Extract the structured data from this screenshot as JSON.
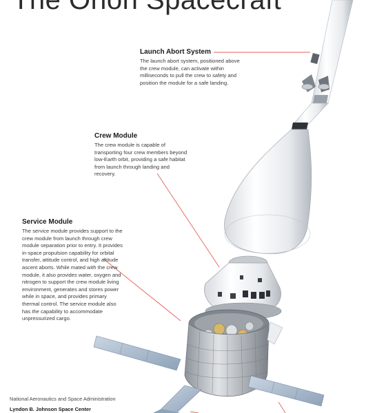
{
  "title": "The Orion Spacecraft",
  "callouts": {
    "las": {
      "heading": "Launch Abort System",
      "body": "The launch abort system, positioned above the crew module, can activate within milliseconds to pull the crew to safety and position the module for a safe landing."
    },
    "crew": {
      "heading": "Crew Module",
      "body": "The crew module is capable of transporting four crew members beyond low-Earth orbit, providing a safe habitat from launch through landing and recovery."
    },
    "service": {
      "heading": "Service Module",
      "body": "The service module provides support to the crew module from launch through crew module separation prior to entry. It provides in-space propulsion capability for orbital transfer, attitude control, and high altitude ascent aborts. While mated with the crew module, it also provides water, oxygen and nitrogen to support the crew module living environment, generates and stores power while in space, and provides primary thermal control. The service module also has the capability to accommodate unpressurized cargo."
    }
  },
  "footer": {
    "agency": "National Aeronautics and Space Administration",
    "center": "Lyndon B. Johnson Space Center"
  },
  "colors": {
    "leader_line": "#e2605a",
    "spacecraft_white": "#eef0f2",
    "spacecraft_shadow": "#b9bec4",
    "solar_panel": "#9fb2c8"
  }
}
